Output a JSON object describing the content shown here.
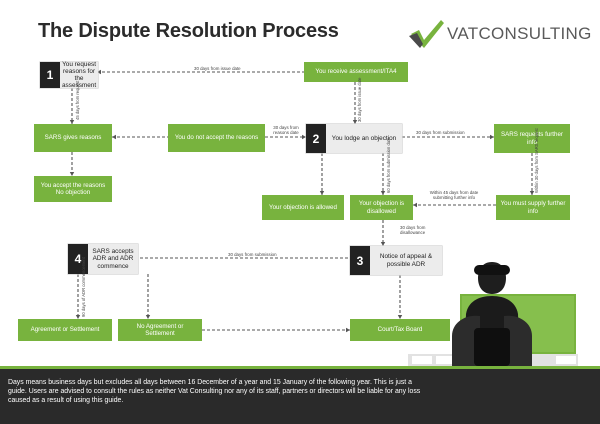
{
  "title": "The Dispute Resolution Process",
  "logo": {
    "text": "VATCONSULTING",
    "mark": "checkmark-logo-icon"
  },
  "colors": {
    "green": "#78b33e",
    "dark": "#222222",
    "step_bg": "#ececec",
    "line": "#555555"
  },
  "nodes": {
    "step1": {
      "num": "1",
      "text": "You request reasons for the assessment"
    },
    "receive": {
      "text": "You receive assessment/ITA4"
    },
    "sars_reasons": {
      "text": "SARS gives reasons"
    },
    "not_accept": {
      "text": "You do not accept the reasons"
    },
    "step2": {
      "num": "2",
      "text": "You lodge an objection"
    },
    "sars_requests": {
      "text": "SARS requests further info"
    },
    "accept_reasons": {
      "text": "You accept the reasons No objection"
    },
    "obj_allowed": {
      "text": "Your objection is allowed"
    },
    "obj_disallowed": {
      "text": "Your objection is disallowed"
    },
    "supply_info": {
      "text": "You must supply further info"
    },
    "step4": {
      "num": "4",
      "text": "SARS accepts ADR and ADR commence"
    },
    "step3": {
      "num": "3",
      "text": "Notice of appeal & possible ADR"
    },
    "agreement": {
      "text": "Agreement or Settlement"
    },
    "no_agreement": {
      "text": "No Agreement or Settlement"
    },
    "court": {
      "text": "Court/Tax Board"
    }
  },
  "labels": {
    "issue_30": "30 days from issue date",
    "request_45": "45 days from request",
    "issue_30_v": "30 days from issue date",
    "reasons_30": "30 days from reasons date",
    "submission_30_top": "30 days from submission",
    "submission_60": "60 days from submission date",
    "within_45": "Within 45 days from date submitting further info",
    "within_30": "Within 30 days from SARS request",
    "disallowance_30": "30 days from disallowance",
    "submission_30_mid": "30 days from submission",
    "adr_90": "90 days of ADR commencement"
  },
  "footer": {
    "text": "Days means business days but excludes all days between 16 December of a year and 15 January of the following year. This is just a guide. Users are advised to consult the rules as neither Vat Consulting nor any of its staff, partners or directors will be liable for any loss caused as a result of using this guide."
  }
}
